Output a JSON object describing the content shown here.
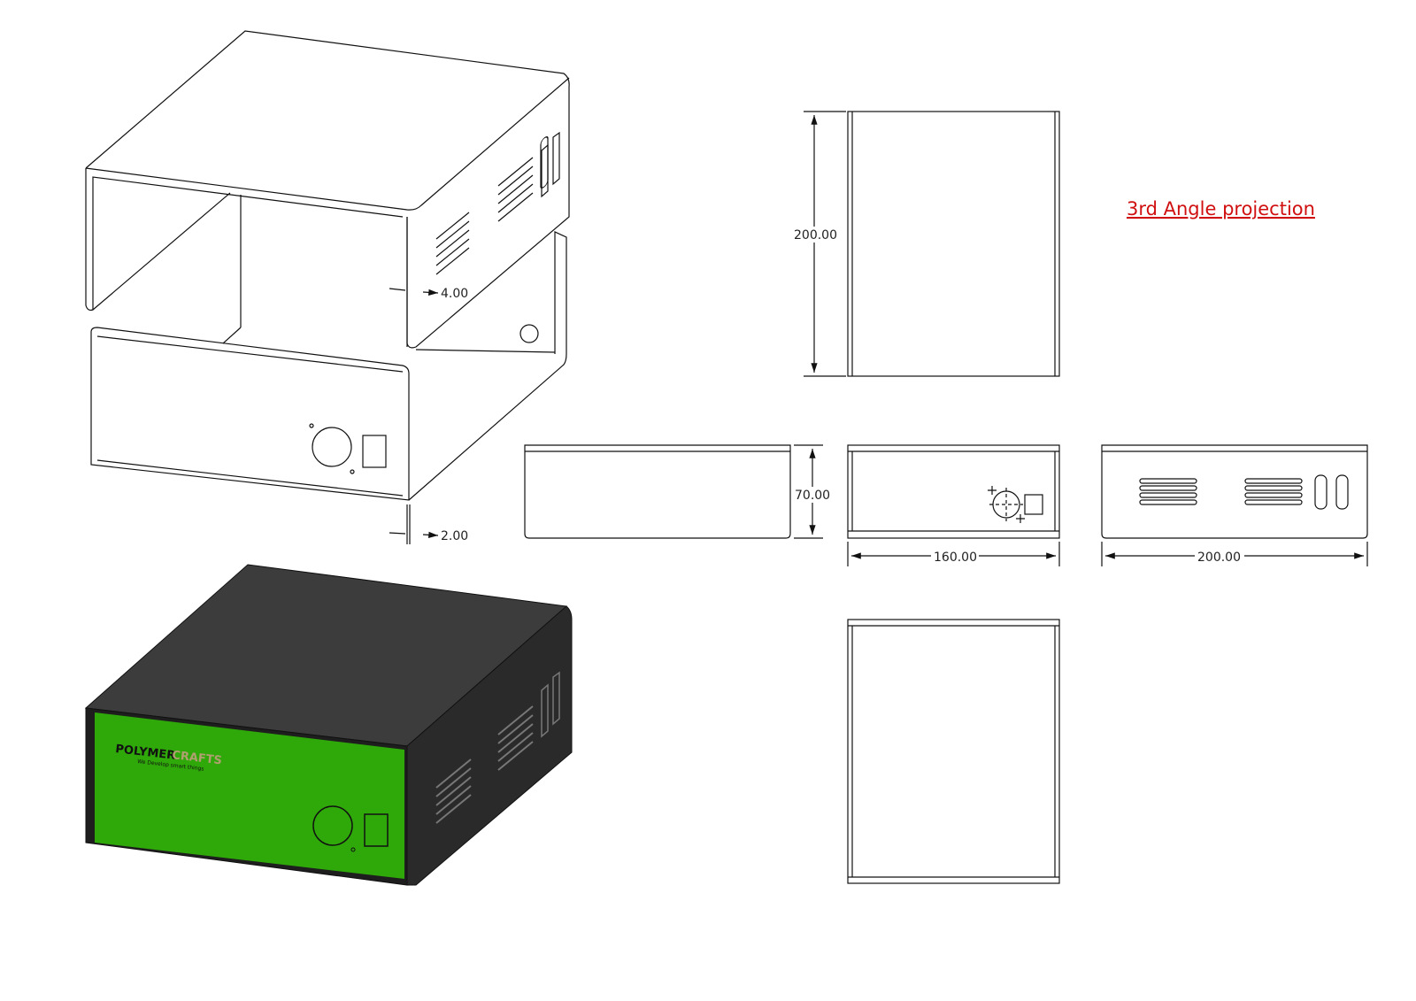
{
  "annotations": {
    "projection": "3rd Angle projection"
  },
  "dimensions": {
    "cover_thickness": "4.00",
    "base_thickness": "2.00",
    "depth_top_view": "200.00",
    "height": "70.00",
    "width_front": "160.00",
    "depth_side": "200.00"
  },
  "logo": {
    "brand_primary": "POLYMER",
    "brand_secondary": "CRAFTS",
    "tagline": "We Develop smart things"
  },
  "colors": {
    "panel_green": "#2fa80a",
    "body_dark": "#2e2e2e",
    "annotation_red": "#d01010"
  }
}
